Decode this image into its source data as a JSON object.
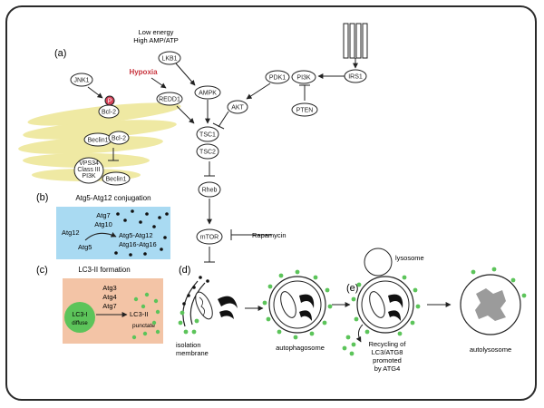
{
  "panels": {
    "a": "(a)",
    "b": "(b)",
    "c": "(c)",
    "d": "(d)",
    "e": "(e)"
  },
  "signals": {
    "energy_line1": "Low energy",
    "energy_line2": "High AMP/ATP",
    "hypoxia": "Hypoxia",
    "rapamycin": "Rapamycin"
  },
  "nodes": {
    "jnk1": "JNK1",
    "p": "P",
    "bcl2_top": "Bcl-2",
    "beclin1_top": "Beclin1",
    "bcl2_mid": "Bcl-2",
    "vps34_line1": "VPS34",
    "vps34_line2": "Class III",
    "vps34_line3": "PI3K",
    "beclin1_bottom": "Beclin1",
    "lkb1": "LKB1",
    "redd1": "REDD1",
    "ampk": "AMPK",
    "akt": "AKT",
    "pdk1": "PDK1",
    "pi3k": "PI3K",
    "irs1": "IRS1",
    "pten": "PTEN",
    "tsc1": "TSC1",
    "tsc2": "TSC2",
    "rheb": "Rheb",
    "mtor": "mTOR"
  },
  "box_b": {
    "title": "Atg5-Atg12 conjugation",
    "atg7": "Atg7",
    "atg10": "Atg10",
    "atg12": "Atg12",
    "atg5": "Atg5",
    "product1": "Atg5-Atg12",
    "product2": "Atg16-Atg16"
  },
  "box_c": {
    "title": "LC3-II formation",
    "atg3": "Atg3",
    "atg4": "Atg4",
    "atg7": "Atg7",
    "lc3i": "LC3-I",
    "diffuse": "diffuse",
    "lc3ii": "LC3-II",
    "punctate": "punctate"
  },
  "stages": {
    "isolation_line1": "isolation",
    "isolation_line2": "membrane",
    "autophagosome": "autophagosome",
    "lysosome": "lysosome",
    "recycling_line1": "Recycling of",
    "recycling_line2": "LC3/ATG8",
    "recycling_line3": "promoted",
    "recycling_line4": "by ATG4",
    "autolysosome": "autolysosome"
  },
  "colors": {
    "box_b_fill": "#a9daf2",
    "box_c_fill": "#f3c4a6",
    "lc3_green": "#5cc45a",
    "hypoxia_red": "#c8323c",
    "er_yellow": "#efe9a3",
    "phospho_red": "#d9435a"
  }
}
